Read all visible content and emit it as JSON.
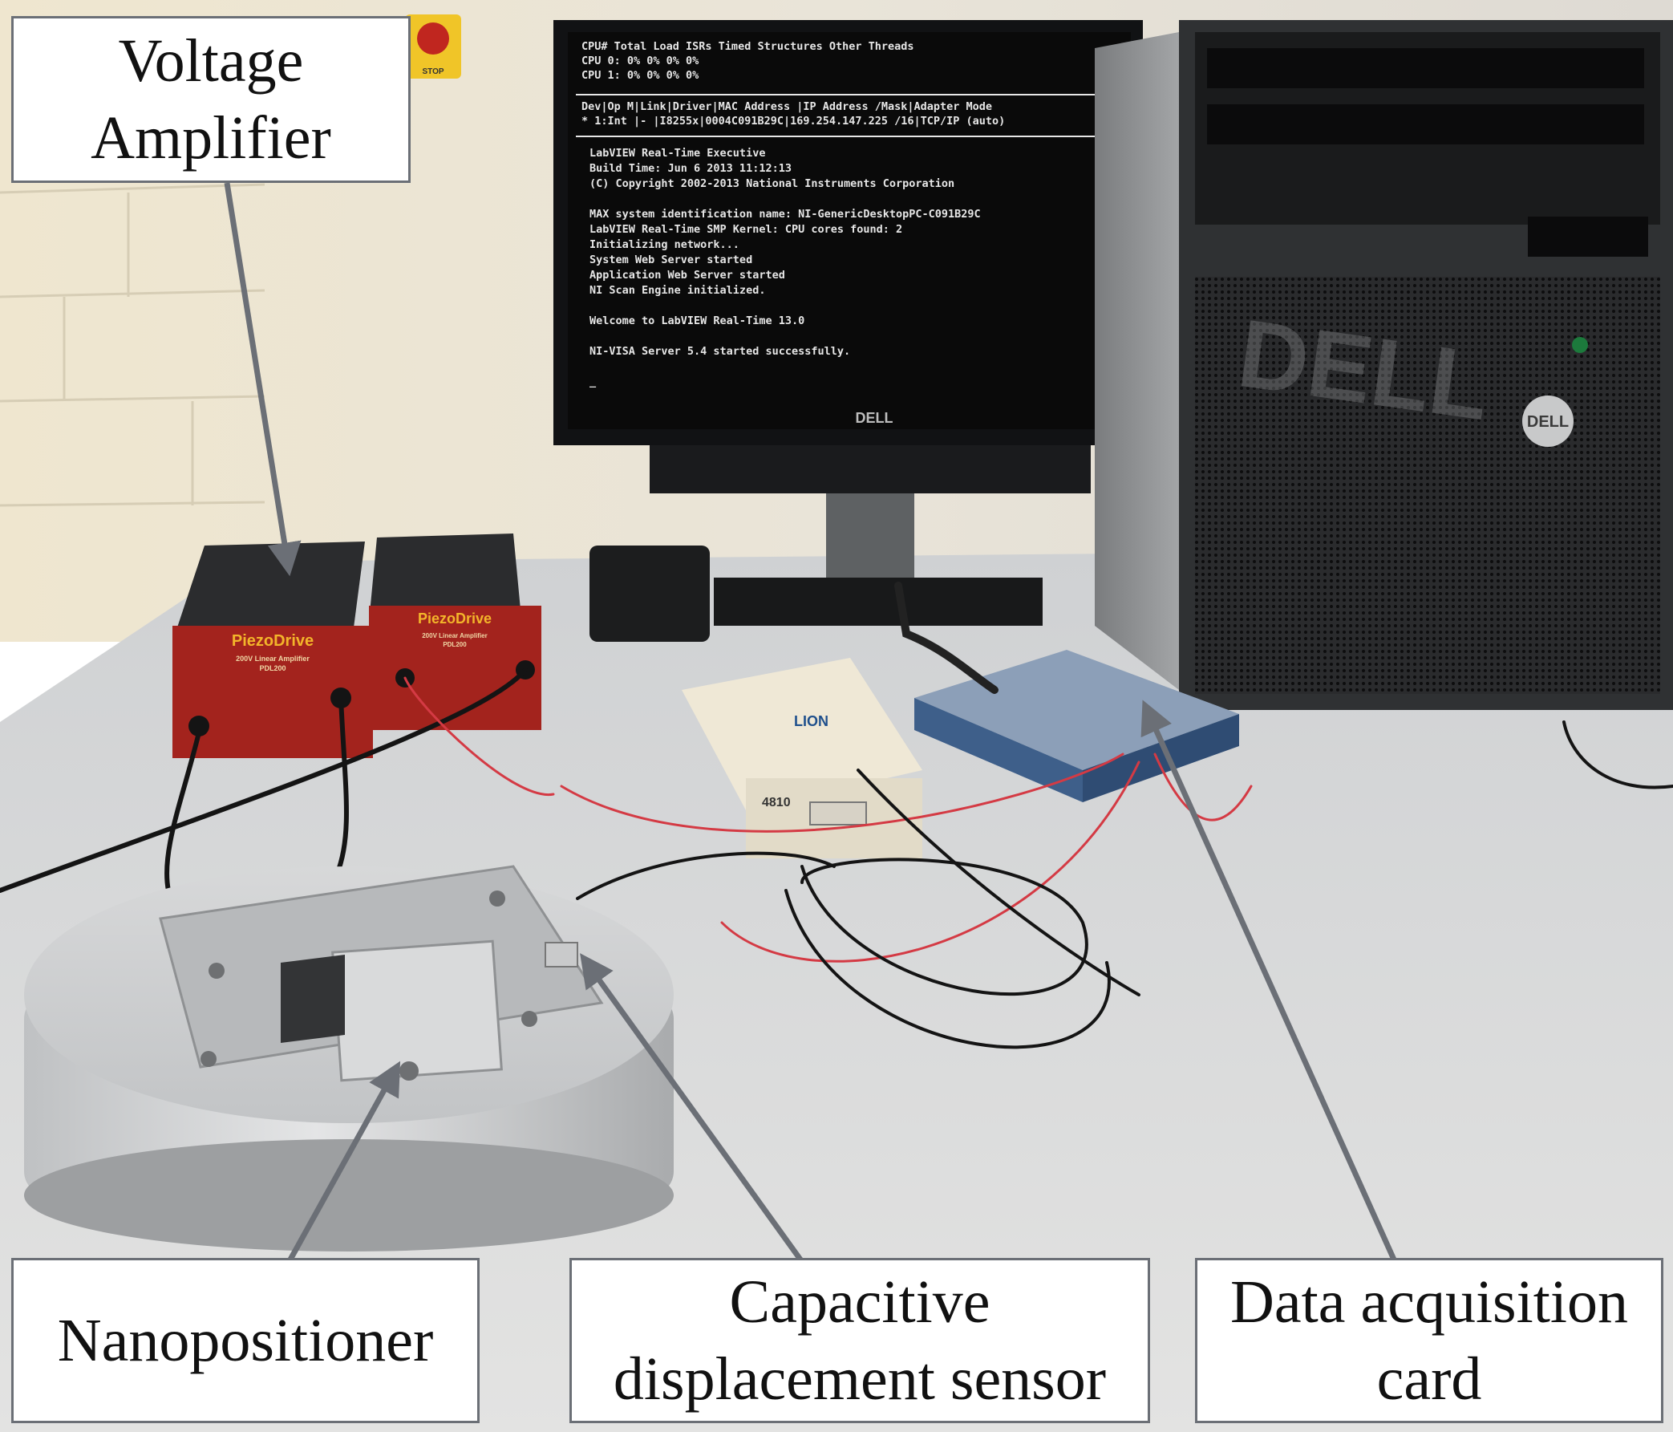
{
  "labels": {
    "voltage_amplifier": [
      "Voltage",
      "Amplifier"
    ],
    "nanopositioner": [
      "Nanopositioner"
    ],
    "capacitive_sensor": [
      "Capacitive",
      "displacement sensor"
    ],
    "daq_card": [
      "Data acquisition",
      "card"
    ]
  },
  "screen": {
    "header_row1": "CPU#    Total Load          ISRs      Timed Structures   Other Threads",
    "header_row2": "CPU  0:  0%                 0%                0%                 0%",
    "header_row3": "CPU  1:  0%                 0%                0%                 0%",
    "table_header": "Dev|Op M|Link|Driver|MAC Address |IP Address     /Mask|Adapter Mode",
    "table_row": "* 1:Int |-   |I8255x|0004C091B29C|169.254.147.225 /16|TCP/IP (auto)",
    "lines": [
      "LabVIEW Real-Time Executive",
      "Build Time: Jun  6 2013 11:12:13",
      "(C) Copyright 2002-2013 National Instruments Corporation",
      "",
      "MAX system identification name: NI-GenericDesktopPC-C091B29C",
      "LabVIEW Real-Time SMP Kernel: CPU cores found: 2",
      "Initializing network...",
      "System Web Server started",
      "Application Web Server started",
      "NI Scan Engine initialized.",
      "",
      "Welcome to LabVIEW Real-Time 13.0",
      "",
      "NI-VISA Server 5.4 started successfully.",
      "",
      "_"
    ]
  },
  "devices": {
    "monitor_brand": "DELL",
    "amplifier_brand": "PiezoDrive",
    "amplifier_subtitle": "200V Linear Amplifier",
    "amplifier_model": "PDL200",
    "sensor_brand": "LION",
    "sensor_model": "4810",
    "estop_label": "STOP"
  },
  "colors": {
    "arrow": "#6b6f76",
    "amplifier_red": "#a3231d",
    "daq_blue": "#3e5f8a",
    "desk": "#d9dbdc",
    "wall": "#e9e3d4"
  }
}
